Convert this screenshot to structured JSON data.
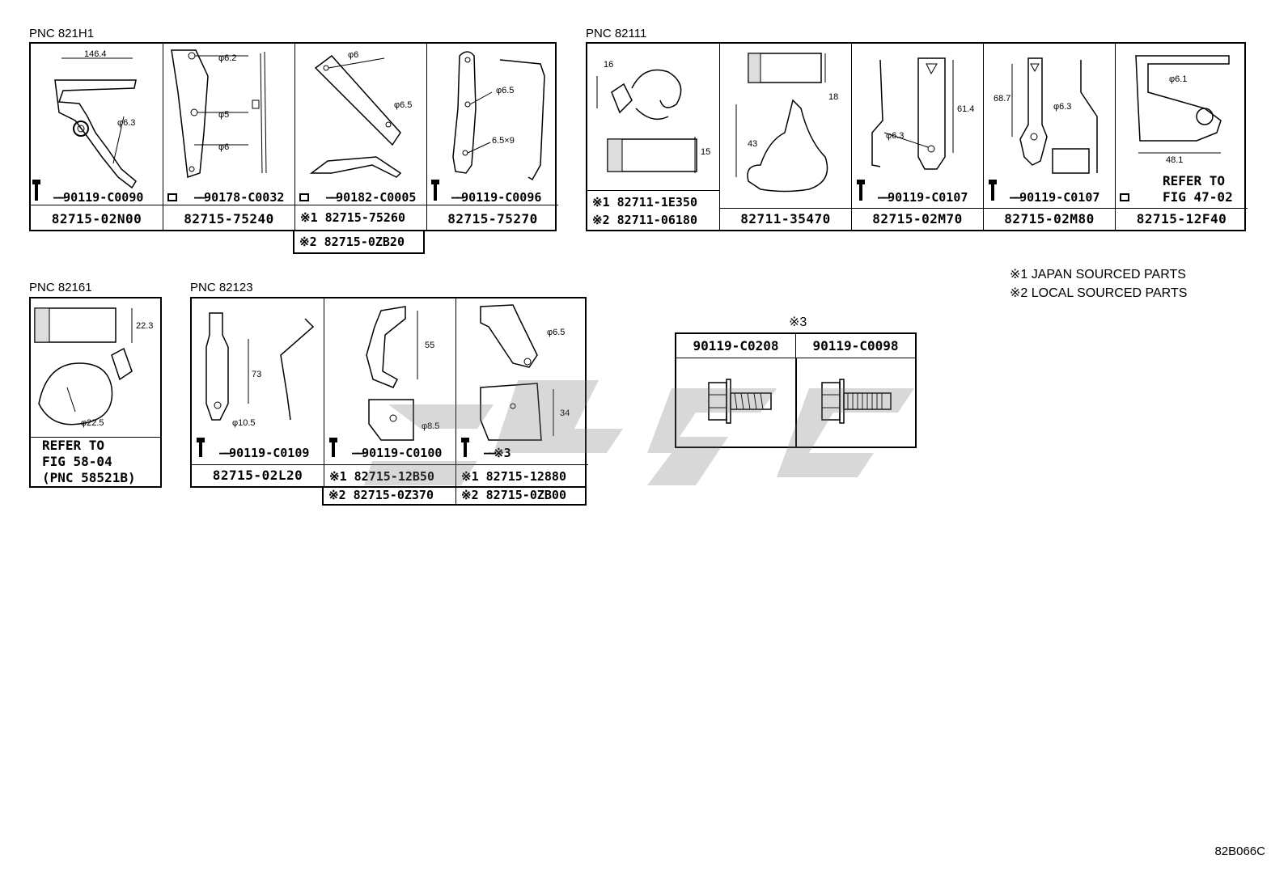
{
  "groups": {
    "g821h1": {
      "pnc": "PNC 821H1",
      "cells": [
        {
          "part": "82715-02N00",
          "bolt": "90119-C0090",
          "dims": [
            "146.4",
            "φ6.3"
          ]
        },
        {
          "part": "82715-75240",
          "bolt": "90178-C0032",
          "dims": [
            "φ6.2",
            "φ5",
            "φ6"
          ]
        },
        {
          "part1": "※1 82715-75260",
          "part2": "※2 82715-0ZB20",
          "bolt": "90182-C0005",
          "dims": [
            "φ6",
            "φ6.5"
          ]
        },
        {
          "part": "82715-75270",
          "bolt": "90119-C0096",
          "dims": [
            "φ6.5",
            "6.5×9"
          ]
        }
      ]
    },
    "g82111": {
      "pnc": "PNC 82111",
      "cells": [
        {
          "part1": "※1 82711-1E350",
          "part2": "※2 82711-06180",
          "dims": [
            "16",
            "15"
          ]
        },
        {
          "part": "82711-35470",
          "dims": [
            "18",
            "43"
          ]
        },
        {
          "part": "82715-02M70",
          "bolt": "90119-C0107",
          "dims": [
            "61.4",
            "φ6.3"
          ]
        },
        {
          "part": "82715-02M80",
          "bolt": "90119-C0107",
          "dims": [
            "68.7",
            "φ6.3"
          ]
        },
        {
          "part": "82715-12F40",
          "refer": "REFER TO\nFIG 47-02",
          "dims": [
            "φ6.1",
            "48.1"
          ]
        }
      ]
    },
    "g82161": {
      "pnc": "PNC 82161",
      "cells": [
        {
          "refer": "REFER TO\nFIG 58-04\n(PNC 58521B)",
          "dims": [
            "22.3",
            "φ22.5"
          ]
        }
      ]
    },
    "g82123": {
      "pnc": "PNC 82123",
      "cells": [
        {
          "part": "82715-02L20",
          "bolt": "90119-C0109",
          "dims": [
            "73",
            "φ10.5"
          ]
        },
        {
          "part1": "※1 82715-12B50",
          "part2": "※2 82715-0Z370",
          "bolt": "90119-C0100",
          "dims": [
            "55",
            "φ8.5"
          ]
        },
        {
          "part1": "※1 82715-12880",
          "part2": "※2 82715-0ZB00",
          "bolt": "※3",
          "dims": [
            "φ6.5",
            "34"
          ]
        }
      ]
    }
  },
  "legend": {
    "line1": "※1 JAPAN SOURCED PARTS",
    "line2": "※2 LOCAL SOURCED PARTS"
  },
  "x3": {
    "title": "※3",
    "col1": "90119-C0208",
    "col2": "90119-C0098"
  },
  "figure_code": "82B066C"
}
